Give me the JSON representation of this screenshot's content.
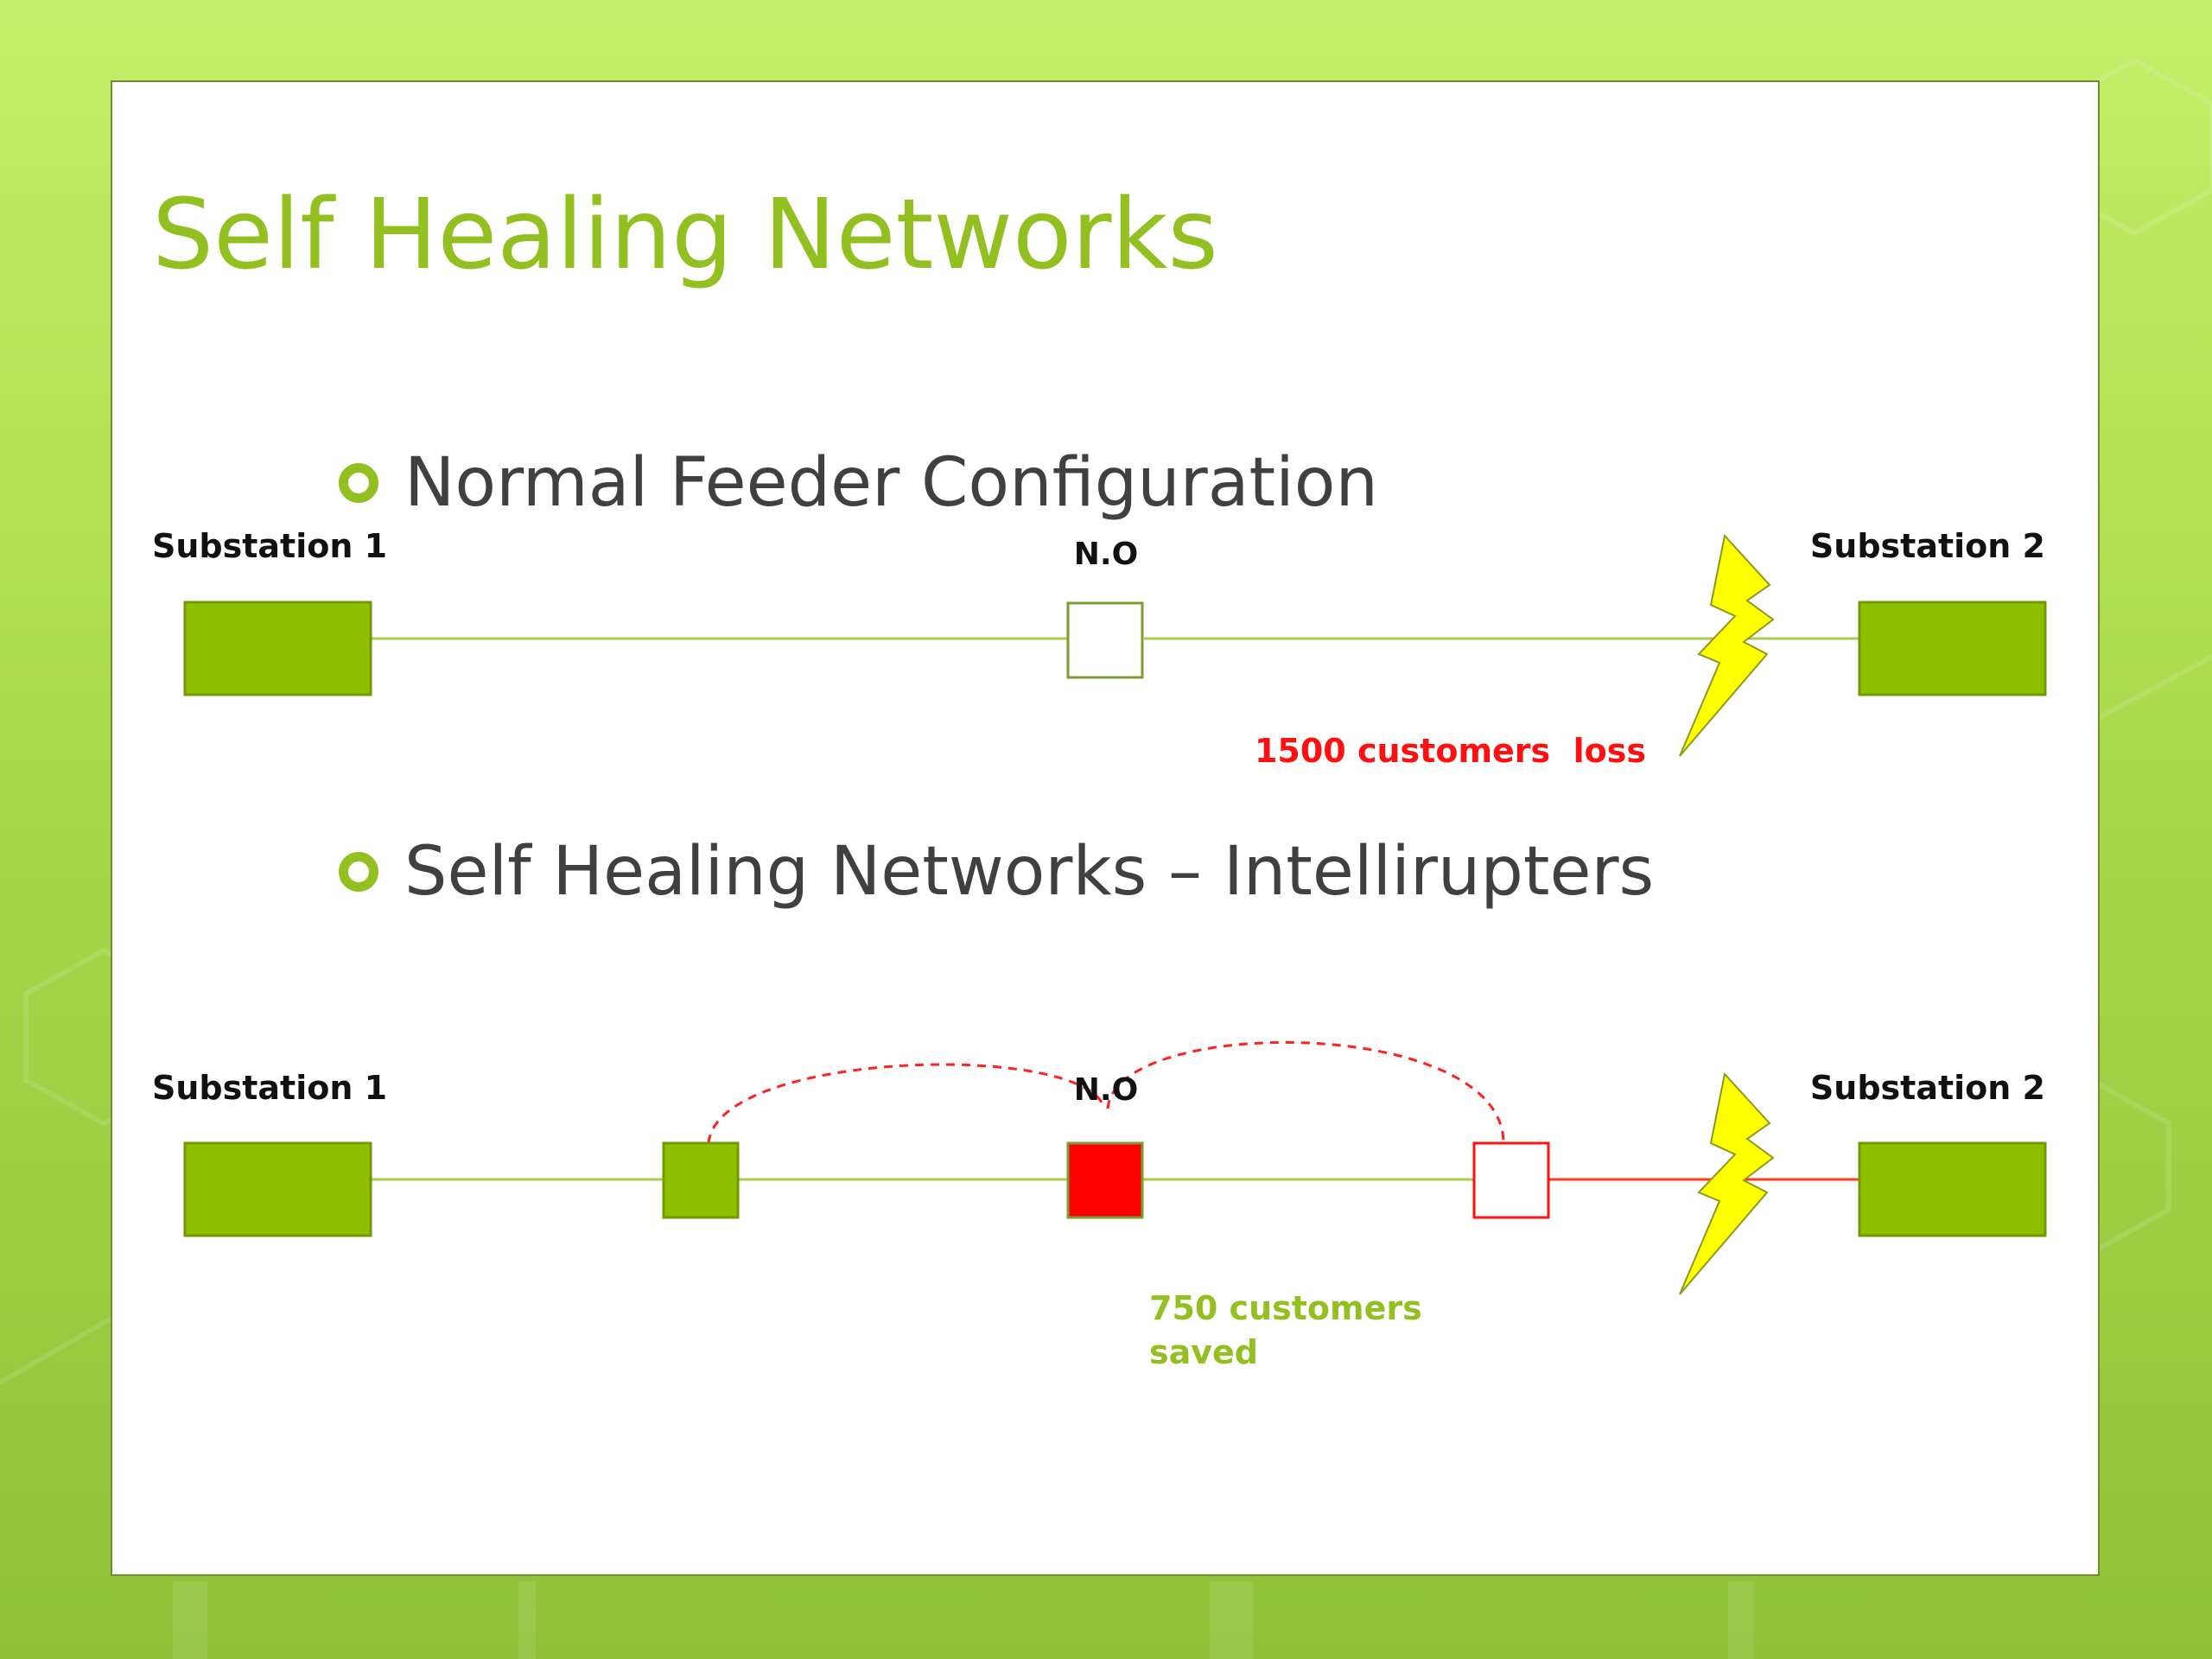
{
  "slide": {
    "title": "Self Healing Networks"
  },
  "bullets": [
    {
      "text": "Normal Feeder Configuration"
    },
    {
      "text": "Self Healing Networks – Intellirupters"
    }
  ],
  "normal_feeder": {
    "substation_left": "Substation 1",
    "substation_right": "Substation 2",
    "switch_label": "N.O",
    "loss_label": "1500 customers  loss"
  },
  "self_healing": {
    "substation_left": "Substation 1",
    "substation_right": "Substation 2",
    "switch_label": "N.O",
    "saved_label_line1": "750 customers",
    "saved_label_line2": "saved"
  },
  "colors": {
    "accent_green": "#92c020",
    "substation_fill": "#8fc000",
    "line_green": "#a6cc52",
    "fault_red": "#ff1010",
    "lightning_yellow": "#ffff00",
    "text_dark": "#404040"
  },
  "icons": {
    "fault": "lightning-bolt-icon",
    "bullet": "ring-bullet-icon"
  }
}
